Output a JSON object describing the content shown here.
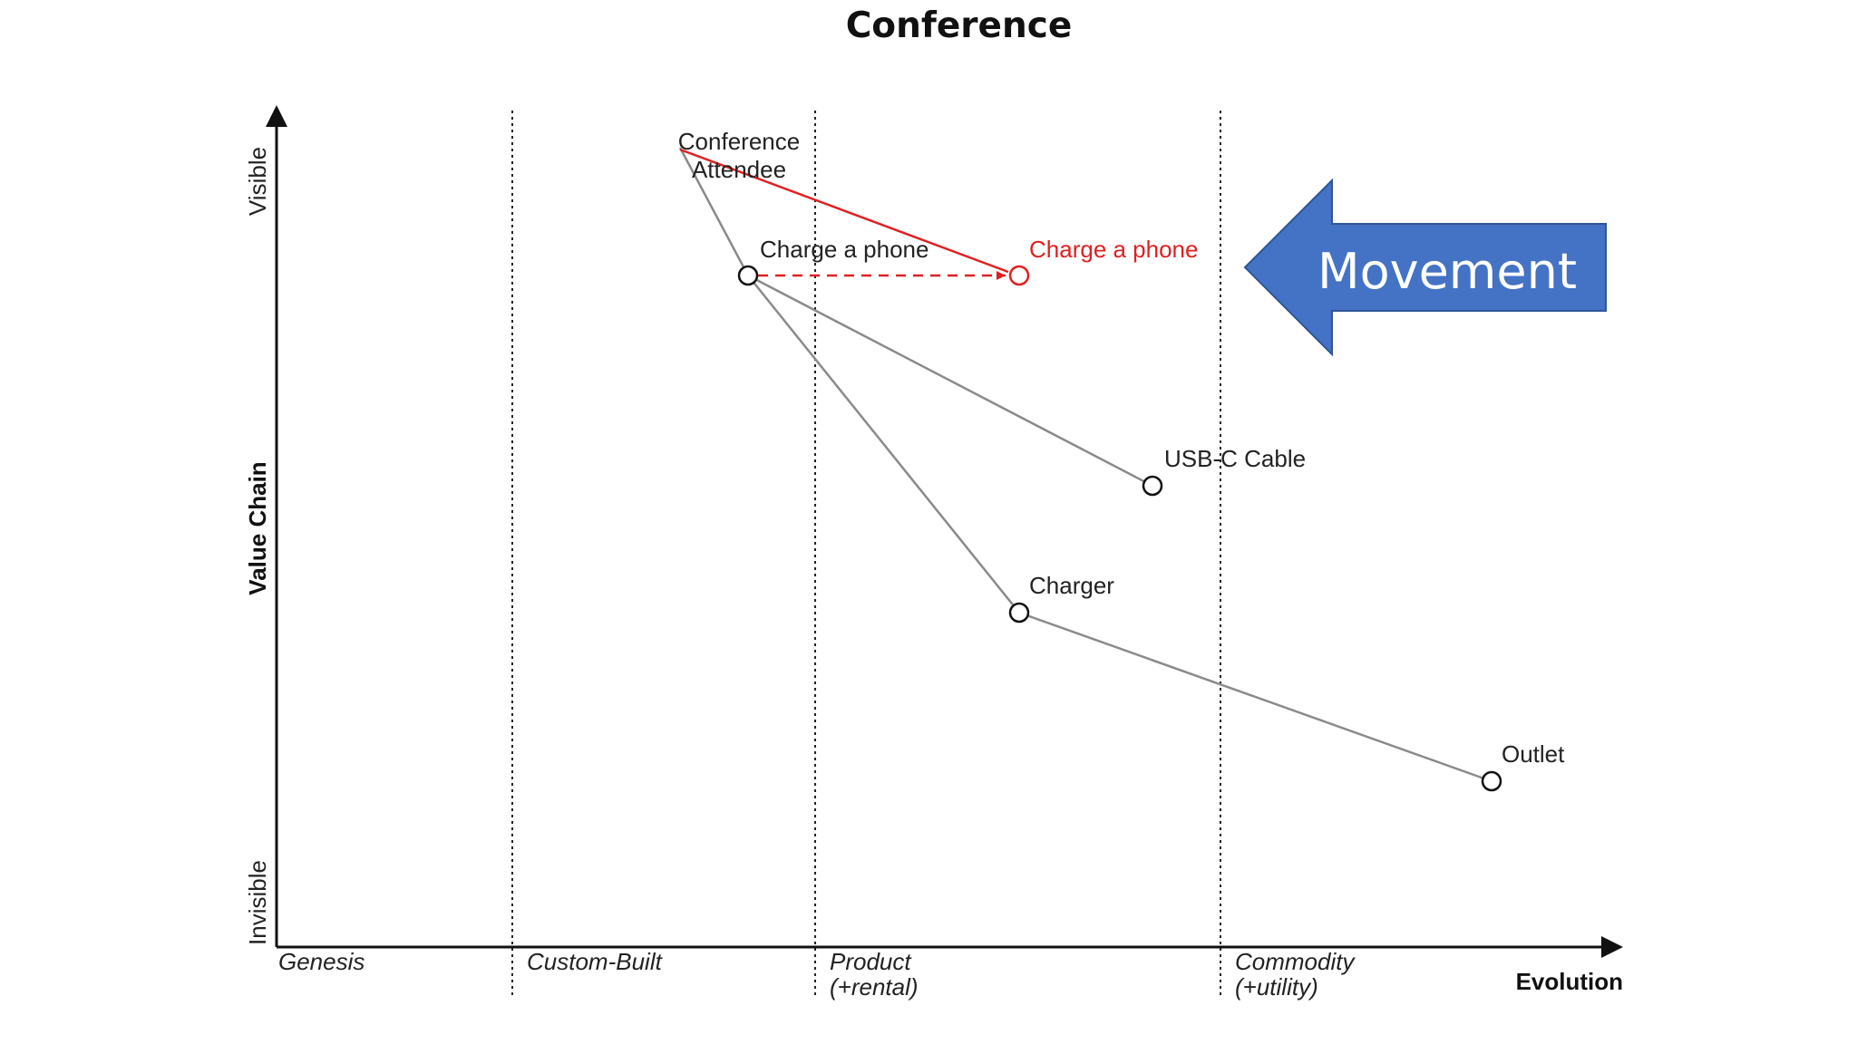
{
  "title": "Conference",
  "axes": {
    "y_label": "Value Chain",
    "y_top": "Visible",
    "y_bottom": "Invisible",
    "x_label": "Evolution"
  },
  "stages": [
    {
      "id": "genesis",
      "lines": [
        "Genesis"
      ]
    },
    {
      "id": "custom-built",
      "lines": [
        "Custom-Built"
      ]
    },
    {
      "id": "product",
      "lines": [
        "Product",
        "(+rental)"
      ]
    },
    {
      "id": "commodity",
      "lines": [
        "Commodity",
        "(+utility)"
      ]
    }
  ],
  "components": {
    "attendee": {
      "lines": [
        "Conference",
        "Attendee"
      ]
    },
    "charge": {
      "label": "Charge a phone"
    },
    "charge_future": {
      "label": "Charge a phone"
    },
    "usbc": {
      "label": "USB-C Cable"
    },
    "charger": {
      "label": "Charger"
    },
    "outlet": {
      "label": "Outlet"
    }
  },
  "callout": {
    "label": "Movement"
  },
  "colors": {
    "line": "#8a8a8a",
    "axis": "#111111",
    "movement_red": "#e02020",
    "callout_fill": "#4472c4",
    "callout_border": "#2f5597"
  }
}
